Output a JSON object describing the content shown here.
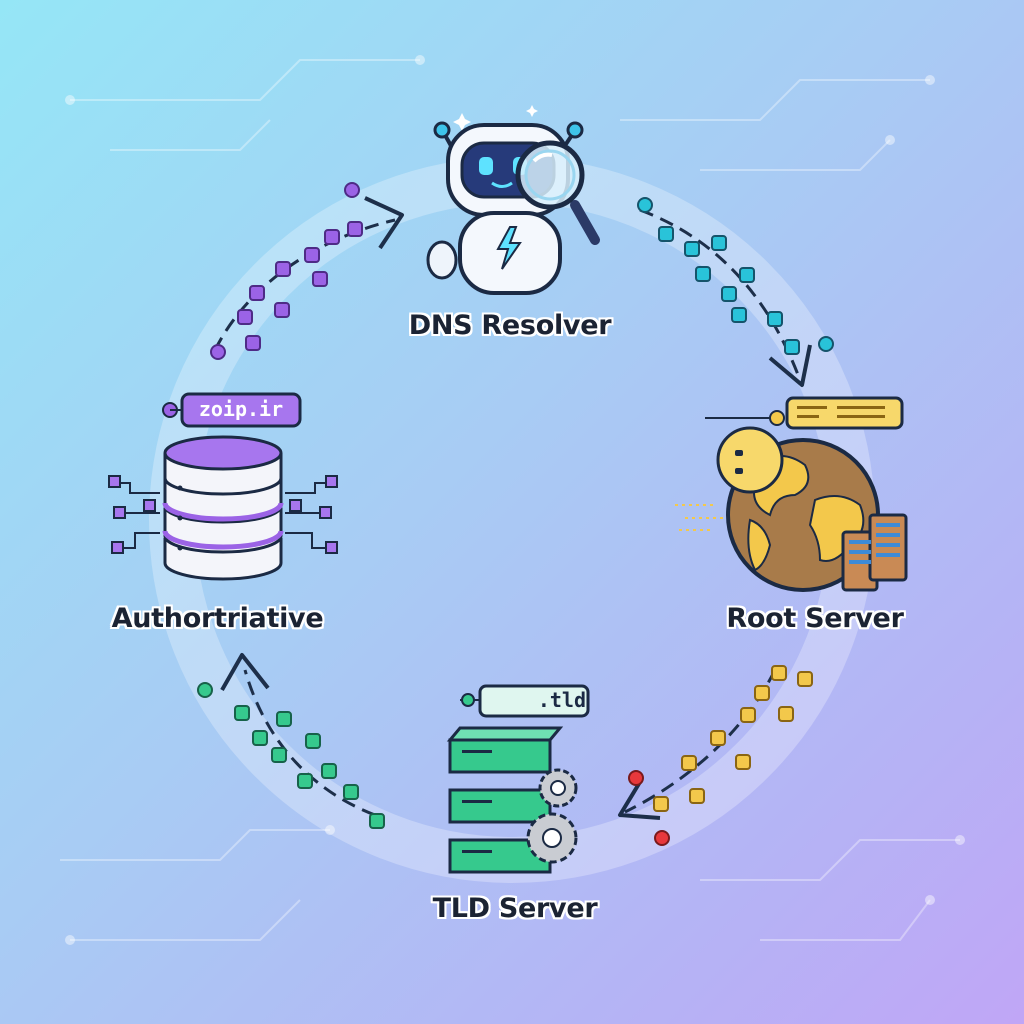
{
  "nodes": {
    "resolver": {
      "label": "DNS Resolver"
    },
    "root": {
      "label": "Root Server"
    },
    "tld": {
      "label": "TLD Server",
      "tag": ".tld"
    },
    "authoritative": {
      "label": "Authortriative",
      "tag": "zoip.ir"
    }
  },
  "colors": {
    "resolver_to_root": "#29c3d9",
    "root_to_tld": "#f3c84b",
    "tld_to_auth": "#36c98d",
    "auth_to_resolver": "#9b63e6"
  }
}
